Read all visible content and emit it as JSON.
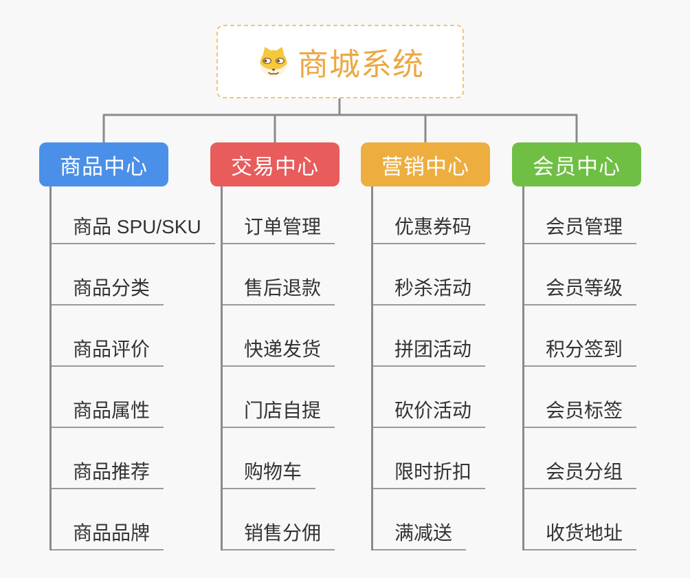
{
  "root": {
    "label": "商城系统",
    "icon": "shiba-dog-icon",
    "text_color": "#eca843",
    "border_color": "#f3c572",
    "bg": "#ffffff"
  },
  "canvas_bg": "#f8f8f8",
  "connector_color": "#8a8a8a",
  "underline_color": "#9a9a9a",
  "branches": [
    {
      "label": "商品中心",
      "color": "#4b90e8",
      "children": [
        "商品 SPU/SKU",
        "商品分类",
        "商品评价",
        "商品属性",
        "商品推荐",
        "商品品牌"
      ]
    },
    {
      "label": "交易中心",
      "color": "#e85c5c",
      "children": [
        "订单管理",
        "售后退款",
        "快递发货",
        "门店自提",
        "购物车",
        "销售分佣"
      ]
    },
    {
      "label": "营销中心",
      "color": "#edae3f",
      "children": [
        "优惠券码",
        "秒杀活动",
        "拼团活动",
        "砍价活动",
        "限时折扣",
        "满减送"
      ]
    },
    {
      "label": "会员中心",
      "color": "#6fbf45",
      "children": [
        "会员管理",
        "会员等级",
        "积分签到",
        "会员标签",
        "会员分组",
        "收货地址"
      ]
    }
  ]
}
